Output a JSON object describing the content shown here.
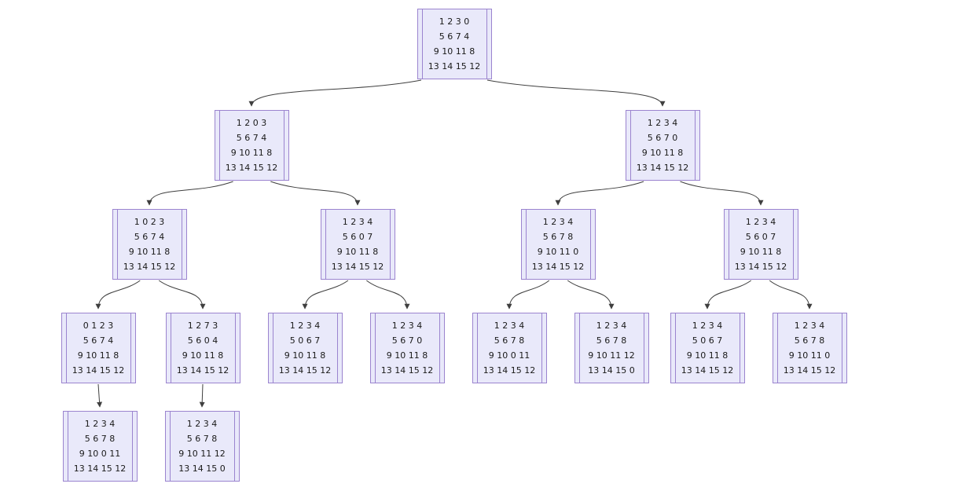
{
  "colors": {
    "node_fill": "#e9e9fa",
    "node_border": "#9b84cf",
    "edge": "#3f3f3f",
    "text": "#1a1a1a"
  },
  "nodes": [
    {
      "id": "root",
      "rows": [
        "1 2 3 0",
        "5 6 7 4",
        "9 10 11 8",
        "13 14 15 12"
      ]
    },
    {
      "id": "n2l",
      "rows": [
        "1 2 0 3",
        "5 6 7 4",
        "9 10 11 8",
        "13 14 15 12"
      ]
    },
    {
      "id": "n2r",
      "rows": [
        "1 2 3 4",
        "5 6 7 0",
        "9 10 11 8",
        "13 14 15 12"
      ]
    },
    {
      "id": "n3a",
      "rows": [
        "1 0 2 3",
        "5 6 7 4",
        "9 10 11 8",
        "13 14 15 12"
      ]
    },
    {
      "id": "n3b",
      "rows": [
        "1 2 3 4",
        "5 6 0 7",
        "9 10 11 8",
        "13 14 15 12"
      ]
    },
    {
      "id": "n3c",
      "rows": [
        "1 2 3 4",
        "5 6 7 8",
        "9 10 11 0",
        "13 14 15 12"
      ]
    },
    {
      "id": "n3d",
      "rows": [
        "1 2 3 4",
        "5 6 0 7",
        "9 10 11 8",
        "13 14 15 12"
      ]
    },
    {
      "id": "n4a",
      "rows": [
        "0 1 2 3",
        "5 6 7 4",
        "9 10 11 8",
        "13 14 15 12"
      ]
    },
    {
      "id": "n4b",
      "rows": [
        "1 2 7 3",
        "5 6 0 4",
        "9 10 11 8",
        "13 14 15 12"
      ]
    },
    {
      "id": "n4c",
      "rows": [
        "1 2 3 4",
        "5 0 6 7",
        "9 10 11 8",
        "13 14 15 12"
      ]
    },
    {
      "id": "n4d",
      "rows": [
        "1 2 3 4",
        "5 6 7 0",
        "9 10 11 8",
        "13 14 15 12"
      ]
    },
    {
      "id": "n4e",
      "rows": [
        "1 2 3 4",
        "5 6 7 8",
        "9 10 0 11",
        "13 14 15 12"
      ]
    },
    {
      "id": "n4f",
      "rows": [
        "1 2 3 4",
        "5 6 7 8",
        "9 10 11 12",
        "13 14 15 0"
      ]
    },
    {
      "id": "n4g",
      "rows": [
        "1 2 3 4",
        "5 0 6 7",
        "9 10 11 8",
        "13 14 15 12"
      ]
    },
    {
      "id": "n4h",
      "rows": [
        "1 2 3 4",
        "5 6 7 8",
        "9 10 11 0",
        "13 14 15 12"
      ]
    },
    {
      "id": "n5a",
      "rows": [
        "1 2 3 4",
        "5 6 7 8",
        "9 10 0 11",
        "13 14 15 12"
      ]
    },
    {
      "id": "n5b",
      "rows": [
        "1 2 3 4",
        "5 6 7 8",
        "9 10 11 12",
        "13 14 15 0"
      ]
    }
  ],
  "edges": [
    [
      "root",
      "n2l"
    ],
    [
      "root",
      "n2r"
    ],
    [
      "n2l",
      "n3a"
    ],
    [
      "n2l",
      "n3b"
    ],
    [
      "n2r",
      "n3c"
    ],
    [
      "n2r",
      "n3d"
    ],
    [
      "n3a",
      "n4a"
    ],
    [
      "n3a",
      "n4b"
    ],
    [
      "n3b",
      "n4c"
    ],
    [
      "n3b",
      "n4d"
    ],
    [
      "n3c",
      "n4e"
    ],
    [
      "n3c",
      "n4f"
    ],
    [
      "n3d",
      "n4g"
    ],
    [
      "n3d",
      "n4h"
    ],
    [
      "n4a",
      "n5a"
    ],
    [
      "n4b",
      "n5b"
    ]
  ]
}
